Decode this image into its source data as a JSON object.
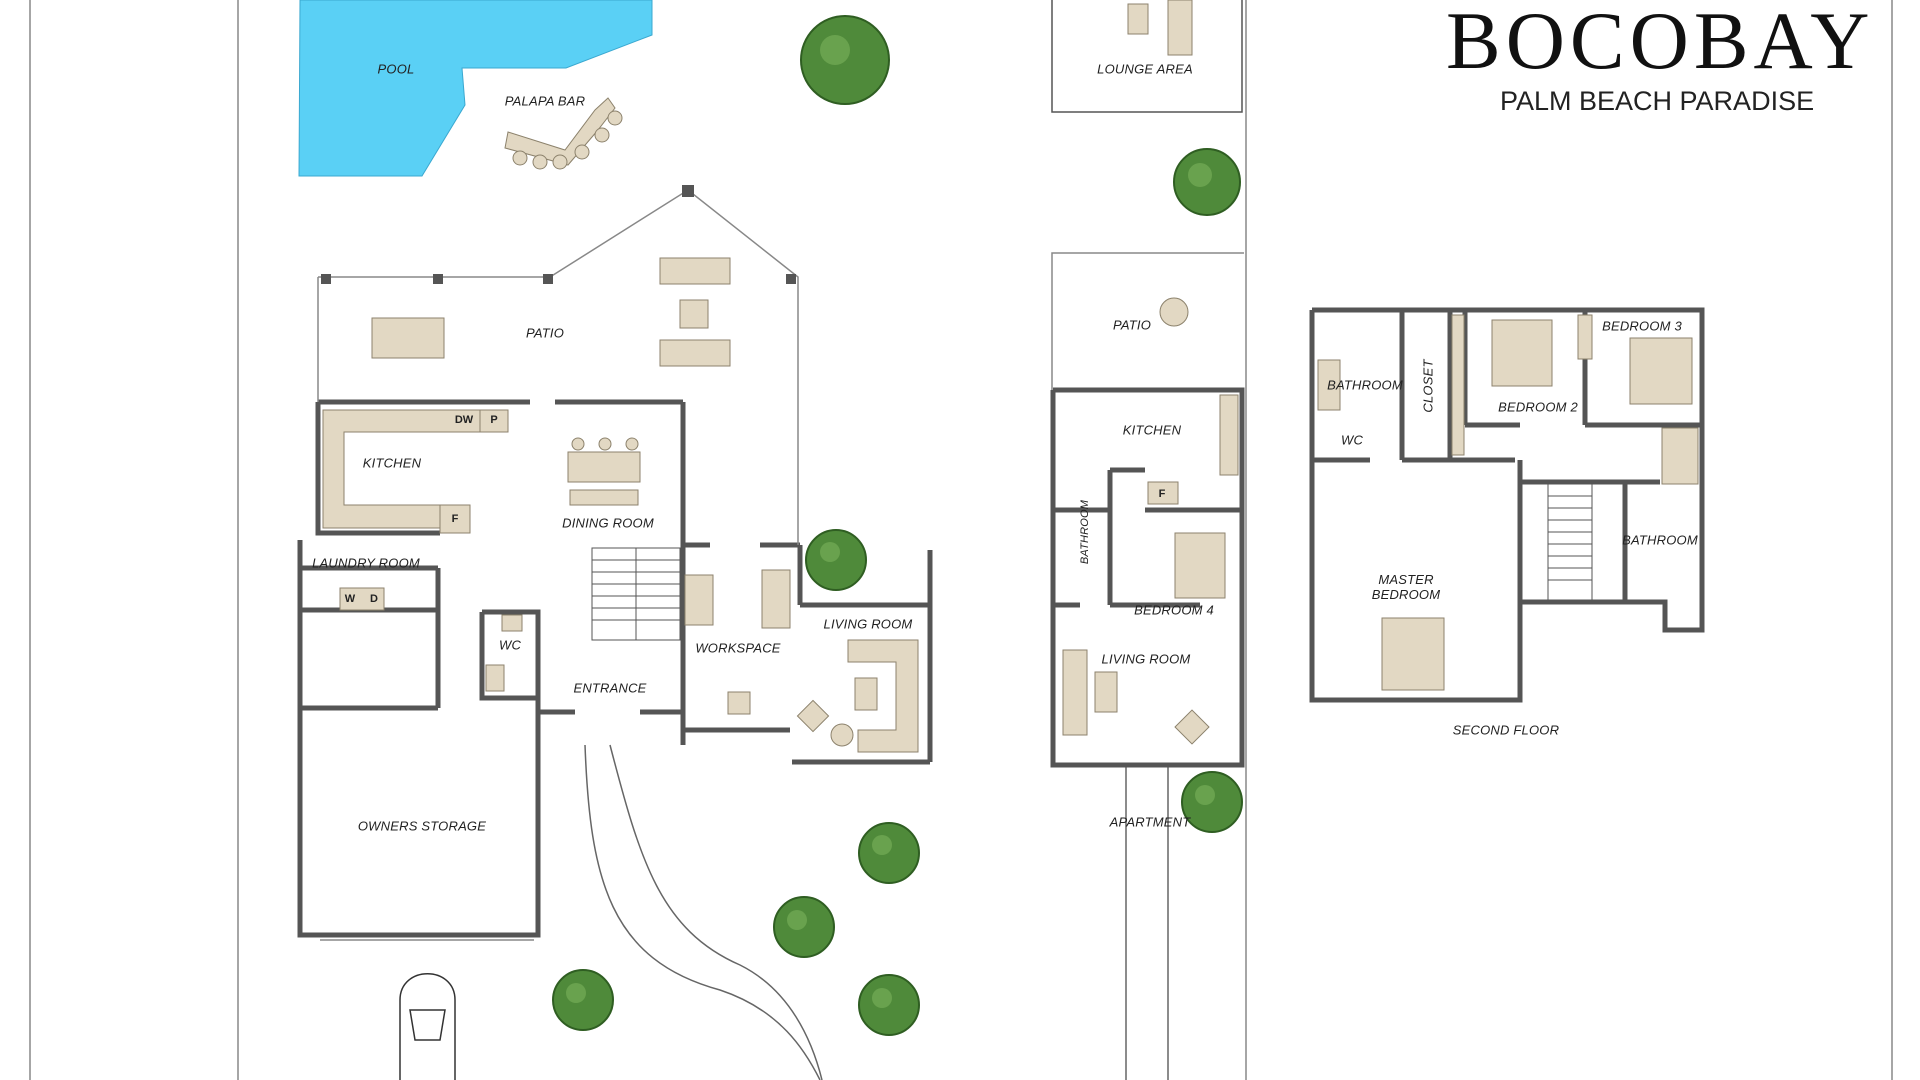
{
  "brand": {
    "name": "BOCOBAY",
    "tagline": "PALM BEACH PARADISE"
  },
  "labels": {
    "pool": "POOL",
    "palapa_bar": "PALAPA BAR",
    "patio_main": "PATIO",
    "kitchen_main": "KITCHEN",
    "dining_room": "DINING ROOM",
    "laundry_room": "LAUNDRY ROOM",
    "wc_main": "WC",
    "workspace": "WORKSPACE",
    "living_room_main": "LIVING ROOM",
    "entrance": "ENTRANCE",
    "owners_storage": "OWNERS STORAGE",
    "lounge_area": "LOUNGE AREA",
    "patio_apt": "PATIO",
    "kitchen_apt": "KITCHEN",
    "bathroom_apt": "BATHROOM",
    "bedroom_4": "BEDROOM 4",
    "living_room_apt": "LIVING ROOM",
    "apartment": "APARTMENT",
    "bathroom_2f_a": "BATHROOM",
    "closet": "CLOSET",
    "wc_2f": "WC",
    "bedroom_2": "BEDROOM 2",
    "bedroom_3": "BEDROOM 3",
    "bathroom_2f_b": "BATHROOM",
    "master_bedroom": "MASTER BEDROOM",
    "second_floor": "SECOND FLOOR"
  },
  "fixtures": {
    "dishwasher": "DW",
    "pantry": "P",
    "fridge_main": "F",
    "washer": "W",
    "dryer": "D",
    "fridge_apt": "F"
  },
  "colors": {
    "pool": "#5ad0f5",
    "wall": "#555555",
    "furniture": "#e2d8c3",
    "furniture_stroke": "#8c826c",
    "tree": "#4f8a3a"
  }
}
